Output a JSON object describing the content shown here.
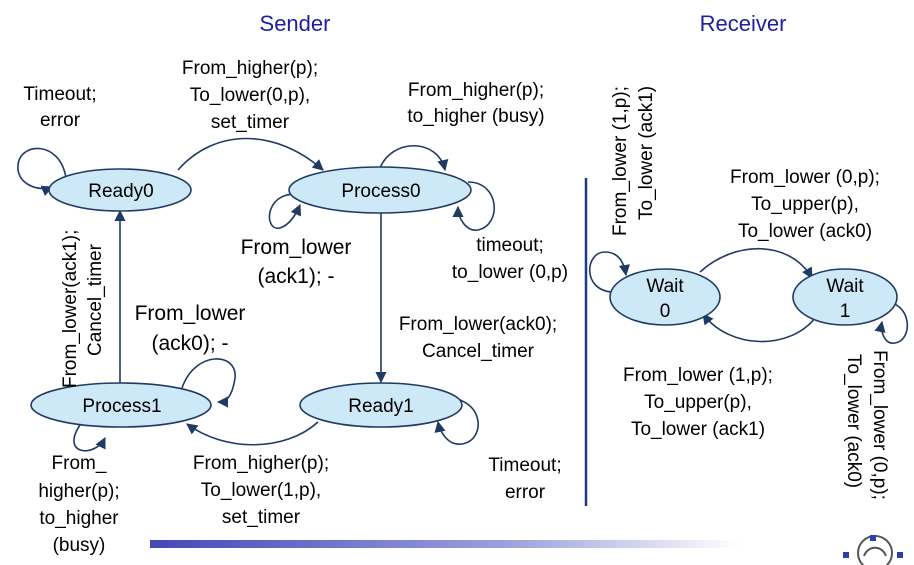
{
  "headers": {
    "sender": "Sender",
    "receiver": "Receiver"
  },
  "colors": {
    "header": "#1f1fa0",
    "state_fill": "#cde8f6",
    "edge": "#1f3a63",
    "divider": "#1f3a8a"
  },
  "states": {
    "ready0": "Ready0",
    "process0": "Process0",
    "process1": "Process1",
    "ready1": "Ready1",
    "wait0": [
      "Wait",
      "0"
    ],
    "wait1": [
      "Wait",
      "1"
    ]
  },
  "sender_labels": {
    "timeout_ready0": [
      "Timeout;",
      "error"
    ],
    "ready0_to_process0": [
      "From_higher(p);",
      "To_lower(0,p),",
      "set_timer"
    ],
    "process0_busy": [
      "From_higher(p);",
      "to_higher (busy)"
    ],
    "process0_ack1": [
      "From_lower",
      "(ack1); -"
    ],
    "process0_timeout": [
      "timeout;",
      "to_lower (0,p)"
    ],
    "process0_to_ready1": [
      "From_lower(ack0);",
      "Cancel_timer"
    ],
    "process1_to_ready0": [
      "From_lower(ack1);",
      "Cancel_timer"
    ],
    "process1_ack0": [
      "From_lower",
      "(ack0); -"
    ],
    "process1_busy": [
      "From_",
      "higher(p);",
      "to_higher",
      "(busy)"
    ],
    "ready1_to_process1": [
      "From_higher(p);",
      "To_lower(1,p),",
      "set_timer"
    ],
    "timeout_ready1": [
      "Timeout;",
      "error"
    ]
  },
  "receiver_labels": {
    "wait0_self": [
      "From_lower (1,p);",
      "To_lower (ack1)"
    ],
    "wait0_to_wait1": [
      "From_lower (0,p);",
      "To_upper(p),",
      "To_lower (ack0)"
    ],
    "wait1_to_wait0": [
      "From_lower (1,p);",
      "To_upper(p),",
      "To_lower (ack1)"
    ],
    "wait1_self": [
      "From_lower (0,p);",
      "To_lower (ack0)"
    ]
  }
}
